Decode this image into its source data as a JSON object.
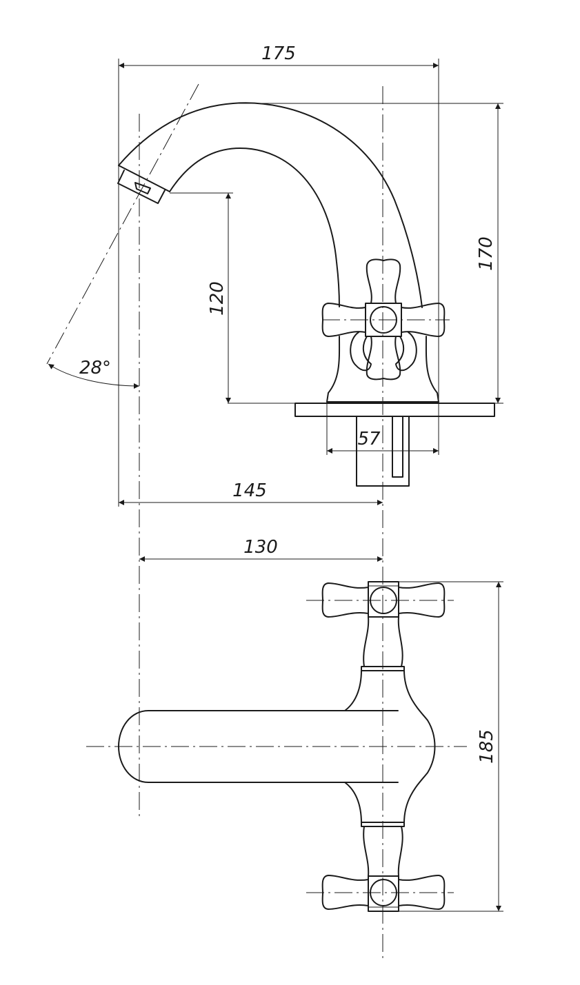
{
  "dimensions": {
    "overall_width": "175",
    "overall_height": "170",
    "spout_height": "120",
    "base_width": "57",
    "spout_reach": "145",
    "spout_axis_reach": "130",
    "handle_span": "185",
    "jet_angle": "28°"
  }
}
